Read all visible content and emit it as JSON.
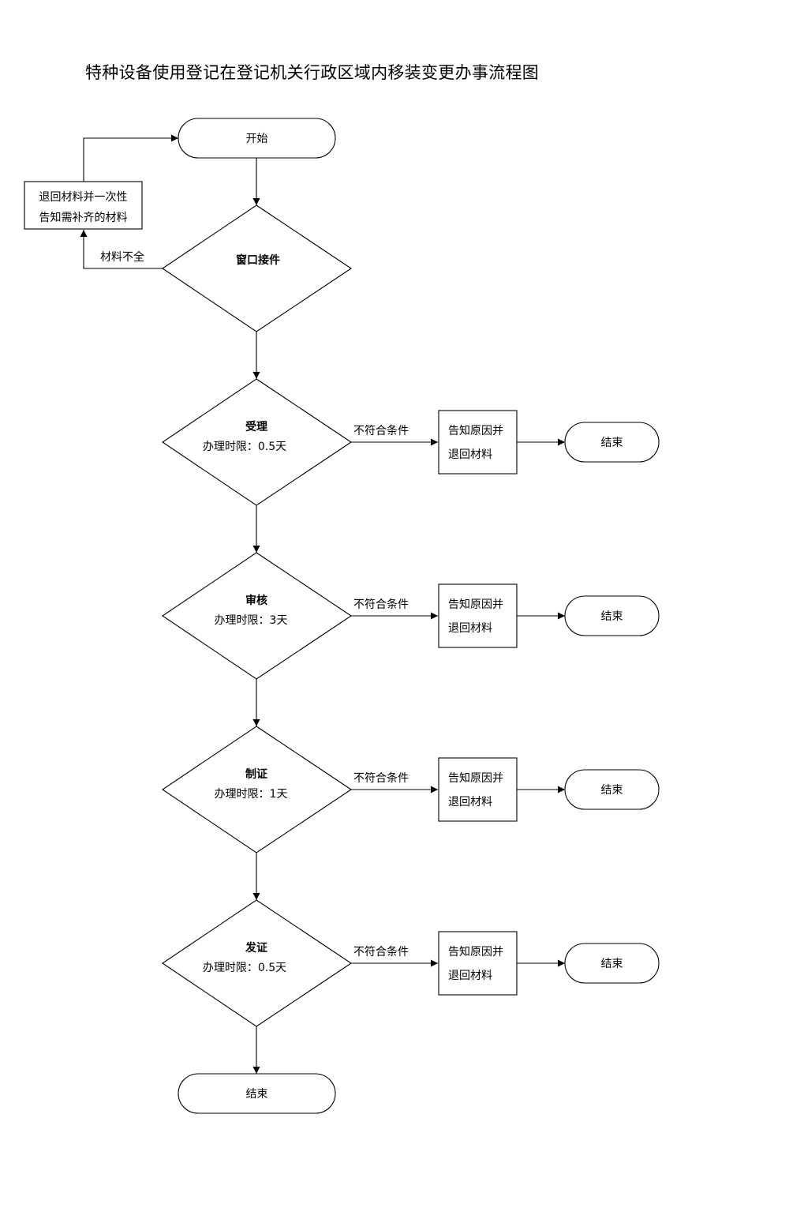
{
  "title": "特种设备使用登记在登记机关行政区域内移装变更办事流程图",
  "start": "开始",
  "window_intake": {
    "label": "窗口接件",
    "incomplete_label": "材料不全",
    "return_box": [
      "退回材料并一次性",
      "告知需补齐的材料"
    ]
  },
  "steps": [
    {
      "name": "受理",
      "time_limit": "办理时限：0.5天",
      "reject_label": "不符合条件",
      "reject_box": [
        "告知原因并",
        "退回材料"
      ],
      "end_label": "结束"
    },
    {
      "name": "审核",
      "time_limit": "办理时限：3天",
      "reject_label": "不符合条件",
      "reject_box": [
        "告知原因并",
        "退回材料"
      ],
      "end_label": "结束"
    },
    {
      "name": "制证",
      "time_limit": "办理时限：1天",
      "reject_label": "不符合条件",
      "reject_box": [
        "告知原因并",
        "退回材料"
      ],
      "end_label": "结束"
    },
    {
      "name": "发证",
      "time_limit": "办理时限：0.5天",
      "reject_label": "不符合条件",
      "reject_box": [
        "告知原因并",
        "退回材料"
      ],
      "end_label": "结束"
    }
  ],
  "end": "结束",
  "colors": {
    "stroke": "#000000",
    "fill": "#ffffff"
  }
}
